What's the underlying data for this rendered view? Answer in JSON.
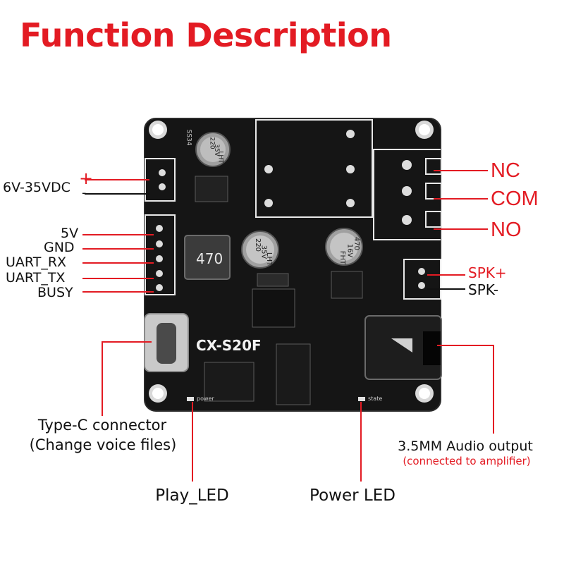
{
  "title": "Function Description",
  "board": {
    "model_silkscreen": "CX-S20F",
    "inductor_marking": "470",
    "cap_left_text": [
      "220",
      "35V",
      "LHT"
    ],
    "cap_mid_text": [
      "220",
      "35V",
      "LHT"
    ],
    "cap_right_text": [
      "470",
      "16V",
      "FHT"
    ],
    "ic_text": "SS34",
    "power_silk": "power",
    "state_silk": "state",
    "colors": {
      "pcb": "#141414",
      "accent": "#e31b23",
      "text": "#111111"
    }
  },
  "labels": {
    "power_input": "6V-35VDC",
    "plus_sign": "+",
    "minus_sign": "-",
    "pins": [
      "5V",
      "GND",
      "UART_RX",
      "UART_TX",
      "BUSY"
    ],
    "relay": [
      "NC",
      "COM",
      "NO"
    ],
    "spk_plus": "SPK+",
    "spk_minus": "SPK-",
    "type_c": "Type-C connector",
    "type_c_sub": "(Change voice files)",
    "audio_out": "3.5MM Audio output",
    "audio_out_sub": "(connected to amplifier)",
    "play_led": "Play_LED",
    "power_led": "Power LED"
  }
}
